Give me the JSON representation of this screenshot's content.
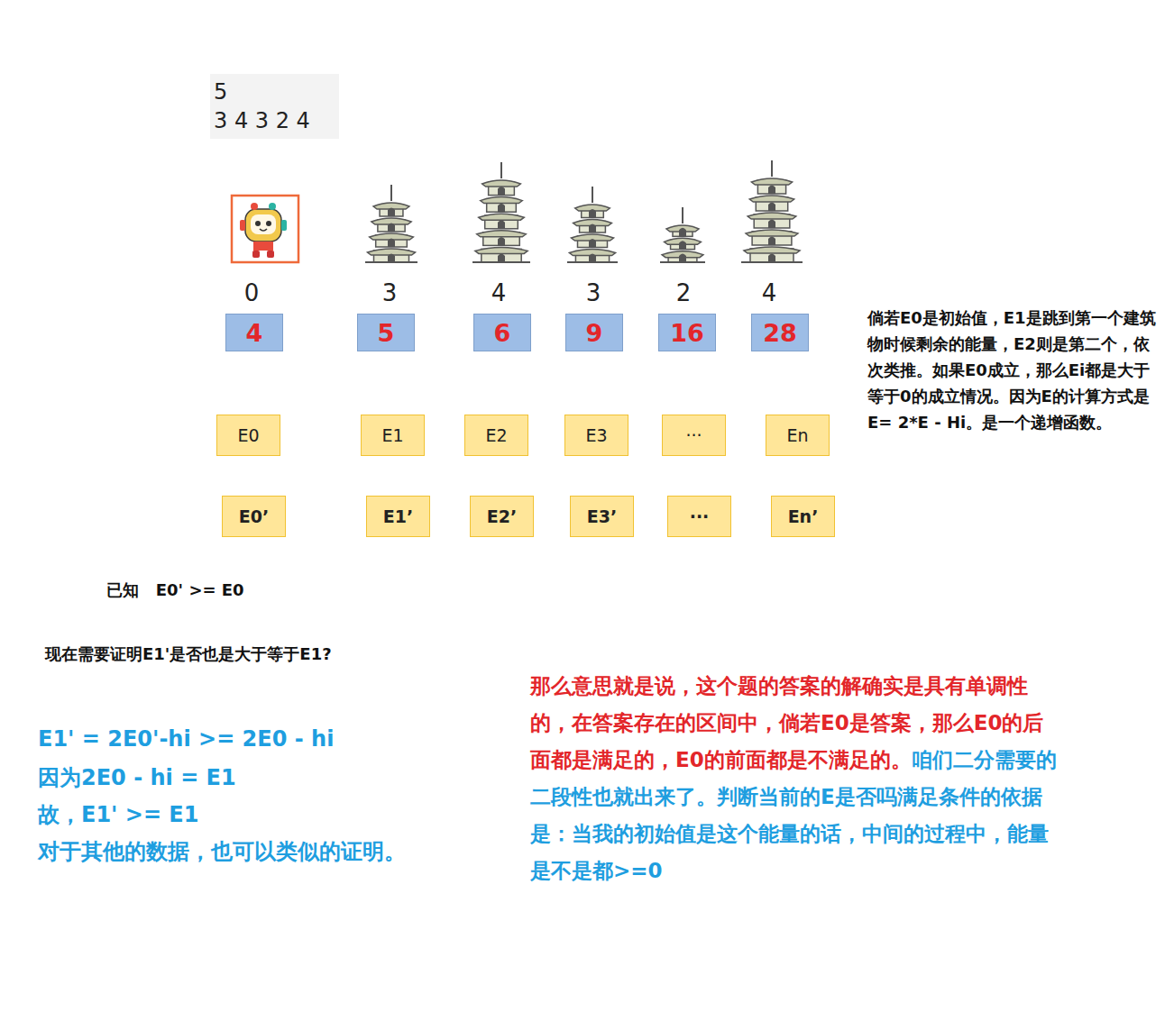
{
  "diagram": {
    "nodes": [
      {
        "text": [
          "5",
          "3 4 3 2 4"
        ]
      },
      {
        "text": [
          "4"
        ]
      },
      {
        "text": [
          "5"
        ]
      },
      {
        "text": [
          "6"
        ]
      },
      {
        "text": [
          "9"
        ]
      },
      {
        "text": [
          "16"
        ]
      },
      {
        "text": [
          "28"
        ]
      },
      {
        "text": [
          "E0"
        ]
      },
      {
        "text": [
          "E1"
        ]
      },
      {
        "text": [
          "E2"
        ]
      },
      {
        "text": [
          "E3"
        ]
      },
      {
        "text": [
          "···"
        ]
      },
      {
        "text": [
          "En"
        ]
      },
      {
        "text": [
          "E0’"
        ]
      },
      {
        "text": [
          "E1’"
        ]
      },
      {
        "text": [
          "E2’"
        ]
      },
      {
        "text": [
          "E3’"
        ]
      },
      {
        "text": [
          "···"
        ]
      },
      {
        "text": [
          "En’"
        ]
      }
    ],
    "labels": [
      "0",
      "3",
      "4",
      "3",
      "2",
      "4",
      "倘若E0是初始值，E1是跳到第一个建筑物时候剩余的能量，E2则是第二个，依次类推。如果E0成立，那么Ei都是大于等于0的成立情况。因为E的计算方式是 E= 2*E - Hi。是一个递增函数。",
      "已知   E0' >= E0",
      "现在需要证明E1'是否也是大于等于E1?",
      "E1' = 2E0'-hi >= 2E0 - hi",
      "因为2E0 - hi = E1",
      "故，E1' >= E1",
      "对于其他的数据，也可以类似的证明。",
      "那么意思就是说，这个题的答案的解确实是具有单调性的，在答案存在的区间中，倘若E0是答案，那么E0的后面都是满足的，E0的前面都是不满足的。",
      "咱们二分需要的二段性也就出来了。判断当前的E是否吗满足条件的依据是：当我的初始值是这个能量的话，中间的过程中，能量是不是都>=0"
    ]
  }
}
